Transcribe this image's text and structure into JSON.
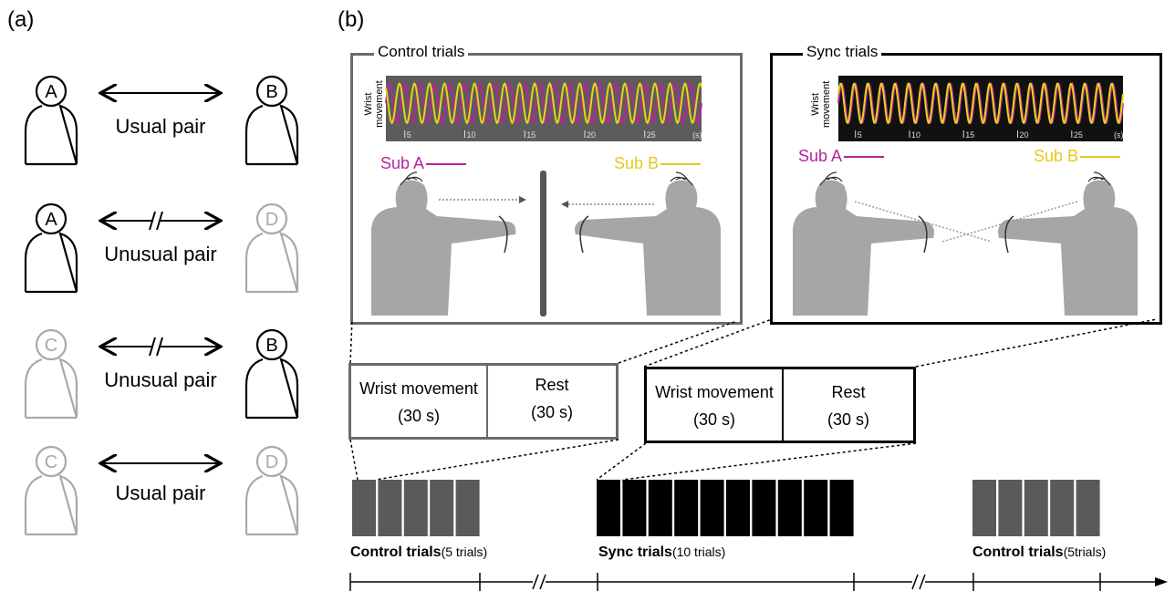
{
  "panel_a": {
    "label": "(a)",
    "pairs": [
      {
        "left": "A",
        "right": "B",
        "label": "Usual pair",
        "broken": false,
        "left_gray": false,
        "right_gray": false
      },
      {
        "left": "A",
        "right": "D",
        "label": "Unusual pair",
        "broken": true,
        "left_gray": false,
        "right_gray": true
      },
      {
        "left": "C",
        "right": "B",
        "label": "Unusual pair",
        "broken": true,
        "left_gray": true,
        "right_gray": false
      },
      {
        "left": "C",
        "right": "D",
        "label": "Usual pair",
        "broken": false,
        "left_gray": true,
        "right_gray": true
      }
    ]
  },
  "panel_b": {
    "label": "(b)",
    "control": {
      "title": "Control trials",
      "ylabel_line1": "Wrist",
      "ylabel_line2": "movement",
      "ticks": [
        "5",
        "10",
        "15",
        "20",
        "25",
        "(s)"
      ],
      "sub_a": "Sub A",
      "sub_b": "Sub B"
    },
    "sync": {
      "title": "Sync trials",
      "ylabel_line1": "Wrist",
      "ylabel_line2": "movement",
      "ticks": [
        "5",
        "10",
        "15",
        "20",
        "25",
        "(s)"
      ],
      "sub_a": "Sub A",
      "sub_b": "Sub B"
    },
    "control_box": {
      "move": "Wrist movement",
      "move_dur": "(30 s)",
      "rest": "Rest",
      "rest_dur": "(30 s)"
    },
    "sync_box": {
      "move": "Wrist movement",
      "move_dur": "(30 s)",
      "rest": "Rest",
      "rest_dur": "(30 s)"
    },
    "timeline": {
      "block1": {
        "name": "Control trials",
        "count": "(5 trials)",
        "n": 5
      },
      "block2": {
        "name": "Sync trials",
        "count": "(10 trials)",
        "n": 10
      },
      "block3": {
        "name": "Control trials",
        "count": "(5trials)",
        "n": 5
      }
    }
  },
  "colors": {
    "sub_a": "#b5259a",
    "sub_b": "#e8d21a",
    "gray": "#5a5a5a",
    "light_gray": "#a9a9a9",
    "silhouette": "#a6a6a6"
  }
}
